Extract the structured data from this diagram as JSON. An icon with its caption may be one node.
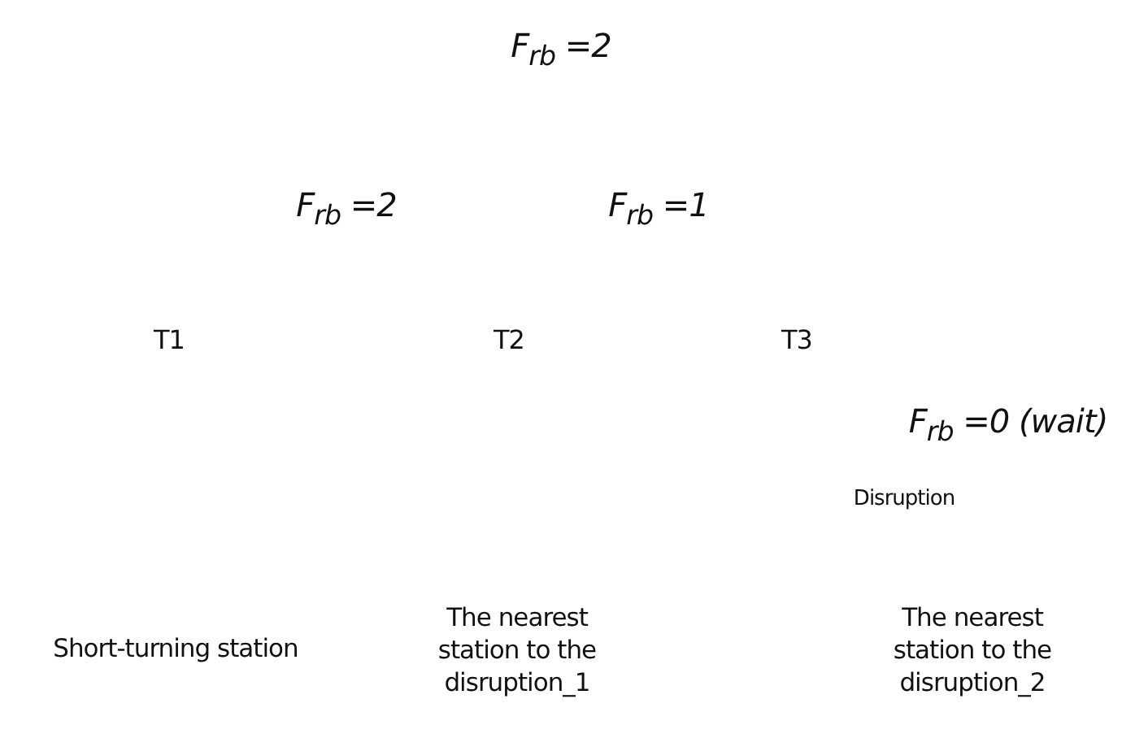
{
  "diagram": {
    "labels": [
      "F$_{rb}$ =2",
      "F$_{rb}$ =2",
      "F$_{rb}$ =1",
      "T1",
      "T2",
      "T3",
      "F$_{rb}$ =0 (wait)",
      "Disruption",
      "Short-turning station",
      "The nearest station to the disruption_1",
      "The nearest station to the disruption_2"
    ]
  }
}
